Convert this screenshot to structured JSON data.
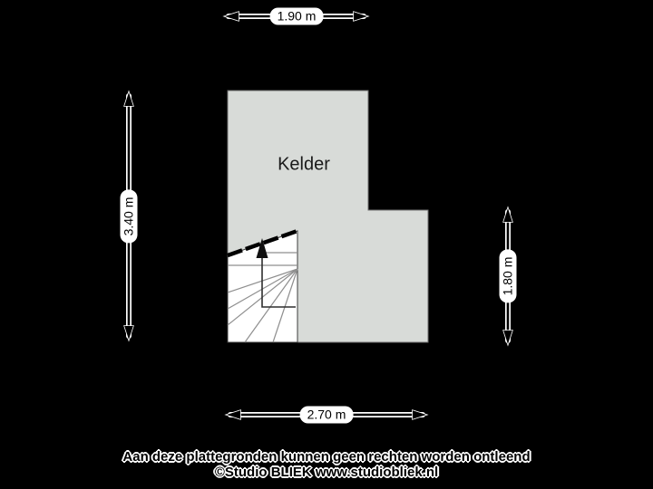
{
  "plan": {
    "room_label": "Kelder"
  },
  "dimensions": {
    "top": {
      "label": "1.90 m"
    },
    "left": {
      "label": "3.40 m"
    },
    "right": {
      "label": "1.80 m"
    },
    "bottom": {
      "label": "2.70 m"
    }
  },
  "footer": {
    "disclaimer": "Aan deze plattegronden kunnen geen rechten worden ontleend",
    "credit": "©Studio BLIEK www.studiobliek.nl"
  },
  "icons": {
    "stair_direction": "up-arrow-icon",
    "dimension_arrows": "double-headed-arrow-icon"
  },
  "colors": {
    "background": "#000000",
    "wall": "#000000",
    "floor": "#d8dbd8",
    "stair": "#ffffff",
    "stair_lines": "#8f8f8f",
    "ink": "#000000",
    "label_bg": "#ffffff",
    "halo": "#ffffff"
  }
}
